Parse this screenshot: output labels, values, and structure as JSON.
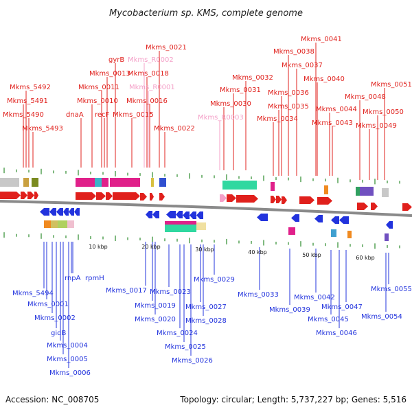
{
  "title": "Mycobacterium sp. KMS, complete genome",
  "footer": {
    "accession": "Accession: NC_008705",
    "summary": "Topology: circular; Length: 5,737,227 bp; Genes: 5,516"
  },
  "colors": {
    "plus_strand_gene": "#e0201c",
    "minus_strand_gene": "#2233dd",
    "rna_gene": "#f4a0c8",
    "backbone": "#8a8a8a",
    "tick": "#2a8a2a"
  },
  "scale_labels": [
    "10 kbp",
    "20 kbp",
    "30 kbp",
    "40 kbp",
    "50 kbp",
    "60 kbp"
  ],
  "top_labels": [
    {
      "text": "Mkms_5492",
      "kind": "gene"
    },
    {
      "text": "Mkms_5491",
      "kind": "gene"
    },
    {
      "text": "Mkms_5490",
      "kind": "gene"
    },
    {
      "text": "Mkms_5493",
      "kind": "gene"
    },
    {
      "text": "dnaA",
      "kind": "gene"
    },
    {
      "text": "Mkms_0010",
      "kind": "gene"
    },
    {
      "text": "Mkms_0011",
      "kind": "gene"
    },
    {
      "text": "Mkms_0013",
      "kind": "gene"
    },
    {
      "text": "recF",
      "kind": "gene"
    },
    {
      "text": "gyrB",
      "kind": "gene"
    },
    {
      "text": "Mkms_0015",
      "kind": "gene"
    },
    {
      "text": "Mkms_R0002",
      "kind": "rna"
    },
    {
      "text": "Mkms_0021",
      "kind": "gene"
    },
    {
      "text": "Mkms_0018",
      "kind": "gene"
    },
    {
      "text": "Mkms_R0001",
      "kind": "rna"
    },
    {
      "text": "Mkms_0016",
      "kind": "gene"
    },
    {
      "text": "Mkms_0022",
      "kind": "gene"
    },
    {
      "text": "Mkms_0032",
      "kind": "gene"
    },
    {
      "text": "Mkms_0031",
      "kind": "gene"
    },
    {
      "text": "Mkms_0030",
      "kind": "gene"
    },
    {
      "text": "Mkms_R0003",
      "kind": "rna"
    },
    {
      "text": "Mkms_0041",
      "kind": "gene"
    },
    {
      "text": "Mkms_0038",
      "kind": "gene"
    },
    {
      "text": "Mkms_0037",
      "kind": "gene"
    },
    {
      "text": "Mkms_0036",
      "kind": "gene"
    },
    {
      "text": "Mkms_0040",
      "kind": "gene"
    },
    {
      "text": "Mkms_0035",
      "kind": "gene"
    },
    {
      "text": "Mkms_0034",
      "kind": "gene"
    },
    {
      "text": "Mkms_0044",
      "kind": "gene"
    },
    {
      "text": "Mkms_0043",
      "kind": "gene"
    },
    {
      "text": "Mkms_0048",
      "kind": "gene"
    },
    {
      "text": "Mkms_0051",
      "kind": "gene"
    },
    {
      "text": "Mkms_0050",
      "kind": "gene"
    },
    {
      "text": "Mkms_0049",
      "kind": "gene"
    }
  ],
  "bottom_labels": [
    {
      "text": "Mkms_5494"
    },
    {
      "text": "Mkms_0001"
    },
    {
      "text": "Mkms_0002"
    },
    {
      "text": "gidB"
    },
    {
      "text": "Mkms_0004"
    },
    {
      "text": "Mkms_0005"
    },
    {
      "text": "Mkms_0006"
    },
    {
      "text": "rnpA"
    },
    {
      "text": "rpmH"
    },
    {
      "text": "Mkms_0017"
    },
    {
      "text": "Mkms_0019"
    },
    {
      "text": "Mkms_0020"
    },
    {
      "text": "Mkms_0023"
    },
    {
      "text": "Mkms_0024"
    },
    {
      "text": "Mkms_0025"
    },
    {
      "text": "Mkms_0026"
    },
    {
      "text": "Mkms_0027"
    },
    {
      "text": "Mkms_0028"
    },
    {
      "text": "Mkms_0029"
    },
    {
      "text": "Mkms_0033"
    },
    {
      "text": "Mkms_0039"
    },
    {
      "text": "Mkms_0042"
    },
    {
      "text": "Mkms_0045"
    },
    {
      "text": "Mkms_0046"
    },
    {
      "text": "Mkms_0047"
    },
    {
      "text": "Mkms_0054"
    },
    {
      "text": "Mkms_0055"
    }
  ]
}
